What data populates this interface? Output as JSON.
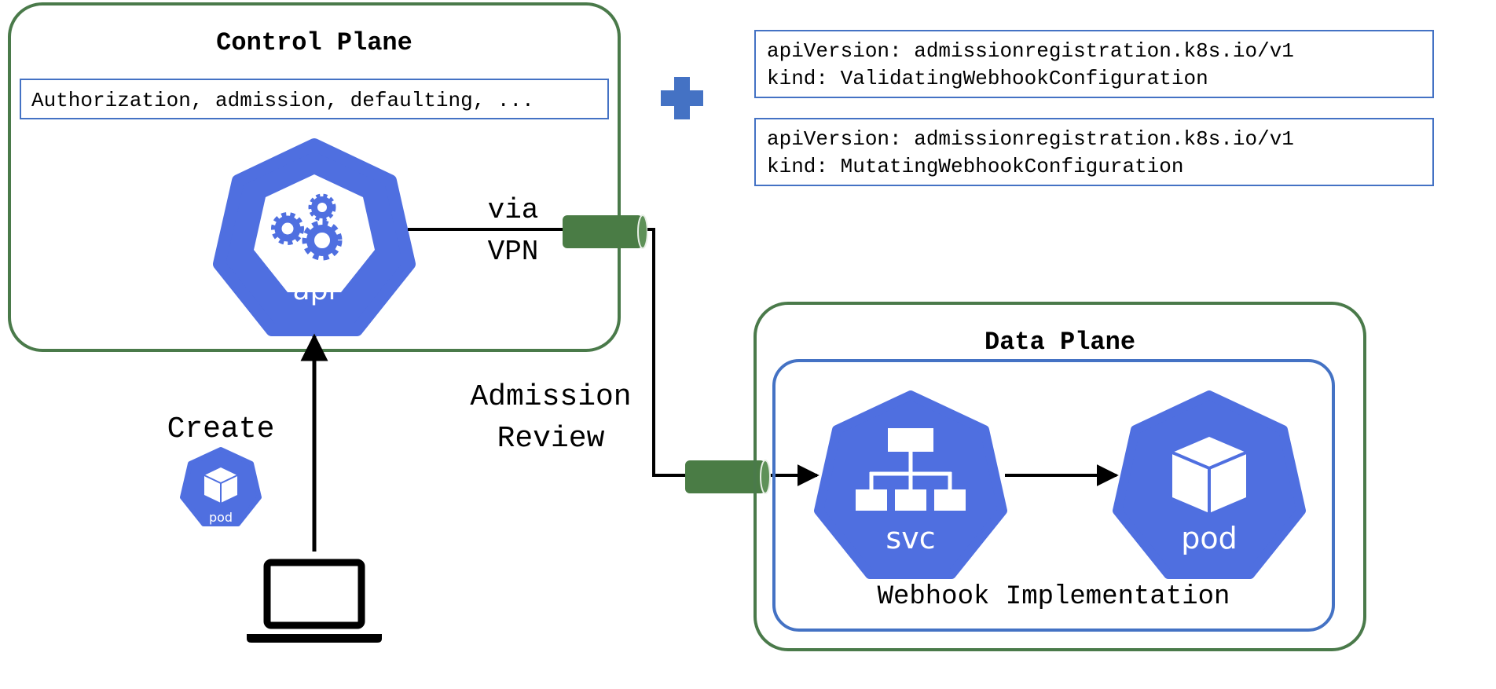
{
  "control_plane": {
    "title": "Control Plane",
    "admission_chain": "Authorization, admission, defaulting, ...",
    "api_label": "api"
  },
  "connection": {
    "via_label_line1": "via",
    "via_label_line2": "VPN",
    "admission_label_line1": "Admission",
    "admission_label_line2": "Review"
  },
  "client": {
    "create_label": "Create",
    "pod_label": "pod"
  },
  "webhook_configs": [
    {
      "line1": "apiVersion: admissionregistration.k8s.io/v1",
      "line2": "kind: ValidatingWebhookConfiguration"
    },
    {
      "line1": "apiVersion: admissionregistration.k8s.io/v1",
      "line2": "kind: MutatingWebhookConfiguration"
    }
  ],
  "data_plane": {
    "title": "Data Plane",
    "svc_label": "svc",
    "pod_label": "pod",
    "implementation_label": "Webhook Implementation"
  },
  "colors": {
    "green_border": "#4a7a4a",
    "blue_border": "#4472c4",
    "k8s_blue": "#4f6fe0",
    "pipe_green": "#4a7c45",
    "plus_blue": "#4472c4"
  }
}
